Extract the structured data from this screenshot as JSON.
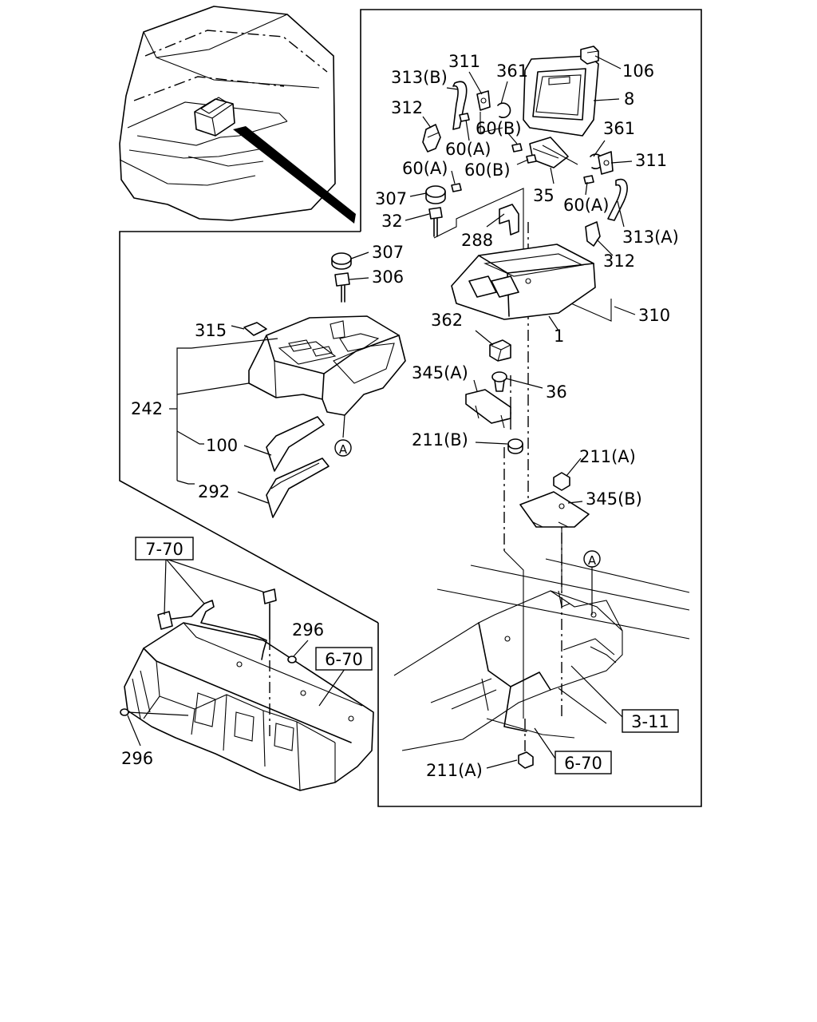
{
  "callouts": [
    {
      "id": "c106",
      "text": "106"
    },
    {
      "id": "c8",
      "text": "8"
    },
    {
      "id": "c311a",
      "text": "311"
    },
    {
      "id": "c361a",
      "text": "361"
    },
    {
      "id": "c313b",
      "text": "313(B)"
    },
    {
      "id": "c312a",
      "text": "312"
    },
    {
      "id": "c60b1",
      "text": "60(B)"
    },
    {
      "id": "c60a1",
      "text": "60(A)"
    },
    {
      "id": "c361b",
      "text": "361"
    },
    {
      "id": "c311b",
      "text": "311"
    },
    {
      "id": "c60a2",
      "text": "60(A)"
    },
    {
      "id": "c60b2",
      "text": "60(B)"
    },
    {
      "id": "c35",
      "text": "35"
    },
    {
      "id": "c60a3",
      "text": "60(A)"
    },
    {
      "id": "c307a",
      "text": "307"
    },
    {
      "id": "c32",
      "text": "32"
    },
    {
      "id": "c288",
      "text": "288"
    },
    {
      "id": "c313a",
      "text": "313(A)"
    },
    {
      "id": "c312b",
      "text": "312"
    },
    {
      "id": "c307b",
      "text": "307"
    },
    {
      "id": "c306",
      "text": "306"
    },
    {
      "id": "c310",
      "text": "310"
    },
    {
      "id": "c1",
      "text": "1"
    },
    {
      "id": "c362",
      "text": "362"
    },
    {
      "id": "c315",
      "text": "315"
    },
    {
      "id": "c345a",
      "text": "345(A)"
    },
    {
      "id": "c36",
      "text": "36"
    },
    {
      "id": "c242",
      "text": "242"
    },
    {
      "id": "c211b",
      "text": "211(B)"
    },
    {
      "id": "c100",
      "text": "100"
    },
    {
      "id": "c211a1",
      "text": "211(A)"
    },
    {
      "id": "c345b",
      "text": "345(B)"
    },
    {
      "id": "c292",
      "text": "292"
    },
    {
      "id": "c296a",
      "text": "296"
    },
    {
      "id": "c296b",
      "text": "296"
    },
    {
      "id": "c211a2",
      "text": "211(A)"
    }
  ],
  "reference_boxes": [
    {
      "id": "r770",
      "text": "7-70"
    },
    {
      "id": "r670a",
      "text": "6-70"
    },
    {
      "id": "r311",
      "text": "3-11"
    },
    {
      "id": "r670b",
      "text": "6-70"
    }
  ],
  "connection_marks": [
    {
      "id": "m1",
      "text": "A"
    },
    {
      "id": "m2",
      "text": "A"
    }
  ],
  "icons": [
    "cab-overview-illustration",
    "center-console-exploded-view",
    "floor-panel-illustration"
  ]
}
